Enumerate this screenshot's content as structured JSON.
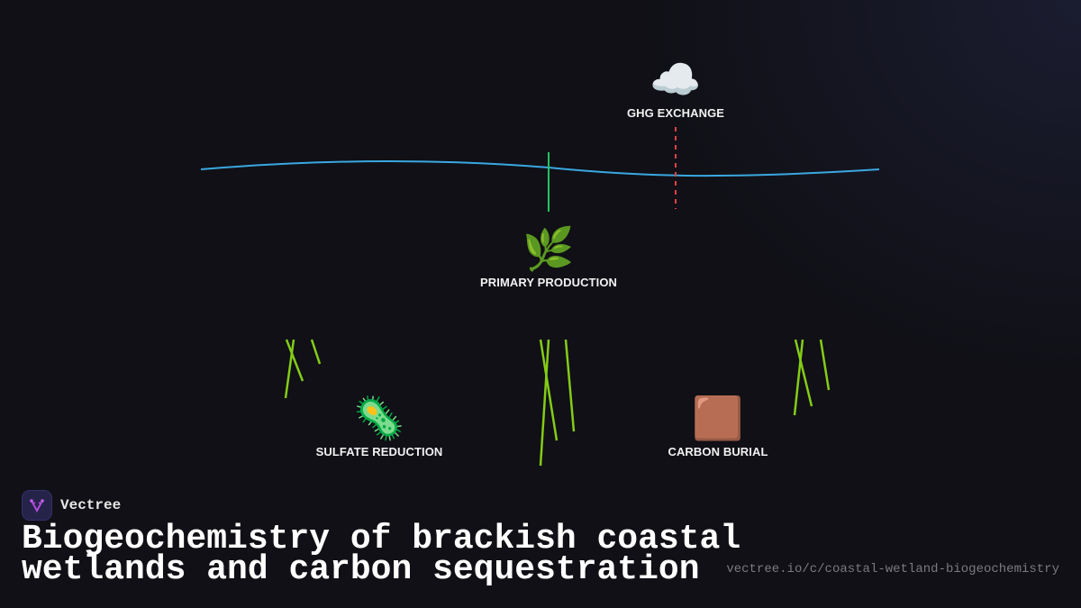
{
  "nodes": {
    "ghg": {
      "icon": "☁️",
      "icon_name": "cloud-icon",
      "label": "GHG EXCHANGE"
    },
    "primary": {
      "icon": "🌿",
      "icon_name": "herb-icon",
      "label": "PRIMARY PRODUCTION"
    },
    "sulfate": {
      "icon": "🦠",
      "icon_name": "microbe-icon",
      "label": "SULFATE REDUCTION"
    },
    "carbon": {
      "icon": "🟫",
      "icon_name": "brown-square-icon",
      "label": "CARBON BURIAL"
    }
  },
  "colors": {
    "background": "#101016",
    "water_line": "#3aa8e0",
    "production_flux": "#22c55e",
    "ghg_flux": "#e0424a",
    "reeds": "#84cc16",
    "label": "#f2f2f2",
    "url": "#7a7a80"
  },
  "footer": {
    "brand_name": "Vectree",
    "title": "Biogeochemistry of brackish coastal wetlands and carbon sequestration",
    "url": "vectree.io/c/coastal-wetland-biogeochemistry"
  }
}
